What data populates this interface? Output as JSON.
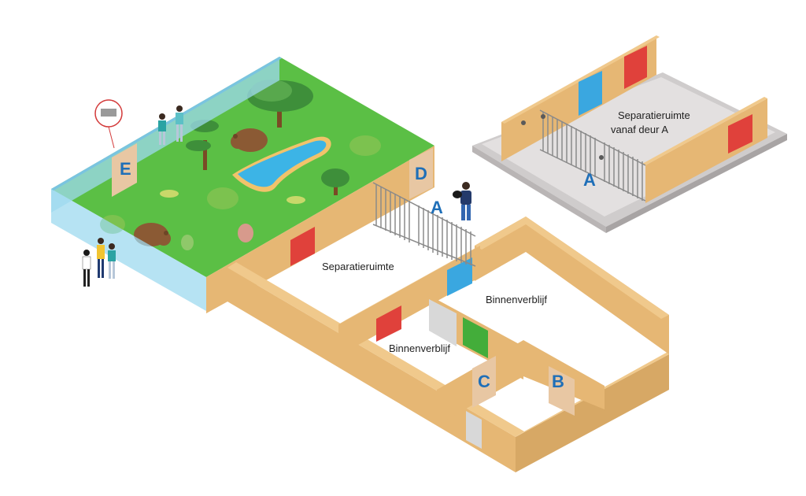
{
  "colors": {
    "wall": "#e6b774",
    "wall_dark": "#c99855",
    "wall_top": "#f0c98c",
    "grass": "#5bbf45",
    "glass": "#9ed9ef",
    "floor_grey": "#d9d6d6",
    "letter_blue": "#1f6fb8",
    "door_red": "#e0413b",
    "door_blue": "#3aa7e0",
    "door_green": "#43ad3a",
    "door_grey": "#d8d8d8",
    "water": "#3cb4e6"
  },
  "labels": {
    "separatieruimte": "Separatieruimte",
    "separatieruimte_a_line1": "Separatieruimte",
    "separatieruimte_a_line2": "vanaf deur A",
    "binnenverblijf_1": "Binnenverblijf",
    "binnenverblijf_2": "Binnenverblijf"
  },
  "doors": {
    "a_main": "A",
    "a_inset": "A",
    "b": "B",
    "c": "C",
    "d": "D",
    "e": "E"
  },
  "icons": [
    "bear-icon",
    "tree-icon",
    "pond-icon",
    "visitor-icon",
    "keeper-icon",
    "lock-detail-icon",
    "gate-icon"
  ]
}
